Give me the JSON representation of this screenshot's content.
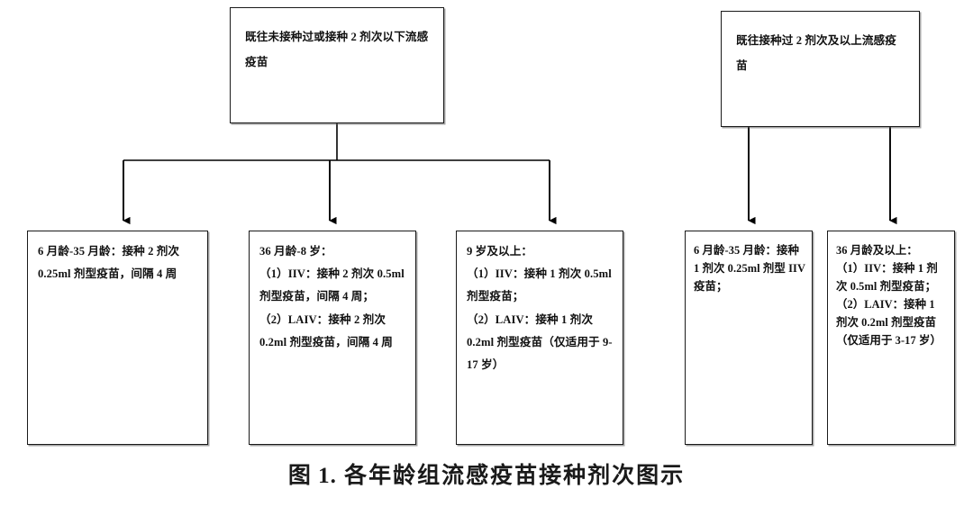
{
  "figure": {
    "caption": "图 1. 各年龄组流感疫苗接种剂次图示",
    "caption_label": "图 1.",
    "caption_text": "各年龄组流感疫苗接种剂次图示"
  },
  "colors": {
    "box_border": "#1a1a1a",
    "box_fill": "#ffffff",
    "connector": "#000000",
    "text": "#111111",
    "page_background": "#ffffff"
  },
  "branches": [
    {
      "id": "unvaccinated",
      "root": {
        "name": "top-unvaccinated",
        "text": "既往未接种过或接种 2 剂次以下流感疫苗"
      },
      "children": [
        {
          "name": "leaf-6m-35m",
          "text": "6 月龄-35 月龄：接种 2 剂次 0.25ml 剂型疫苗，间隔 4 周"
        },
        {
          "name": "leaf-36m-8y",
          "text": "36 月龄-8 岁：\n（1）IIV：接种 2 剂次 0.5ml 剂型疫苗，间隔 4 周；\n（2）LAIV：接种 2 剂次 0.2ml 剂型疫苗，间隔 4 周"
        },
        {
          "name": "leaf-9y-up",
          "text": "9 岁及以上：\n（1）IIV：接种 1 剂次 0.5ml 剂型疫苗；\n（2）LAIV：接种 1 剂次 0.2ml 剂型疫苗（仅适用于 9-17 岁）"
        }
      ]
    },
    {
      "id": "vaccinated",
      "root": {
        "name": "top-vaccinated",
        "text": "既往接种过 2 剂次及以上流感疫苗"
      },
      "children": [
        {
          "name": "leaf-r-6m-35m",
          "text": "6 月龄-35 月龄：接种 1 剂次 0.25ml 剂型 IIV 疫苗；"
        },
        {
          "name": "leaf-r-36m-up",
          "text": "36 月龄及以上：\n（1）IIV：接种 1 剂次 0.5ml 剂型疫苗；\n（2）LAIV：接种 1 剂次 0.2ml 剂型疫苗（仅适用于 3-17 岁）"
        }
      ]
    }
  ]
}
